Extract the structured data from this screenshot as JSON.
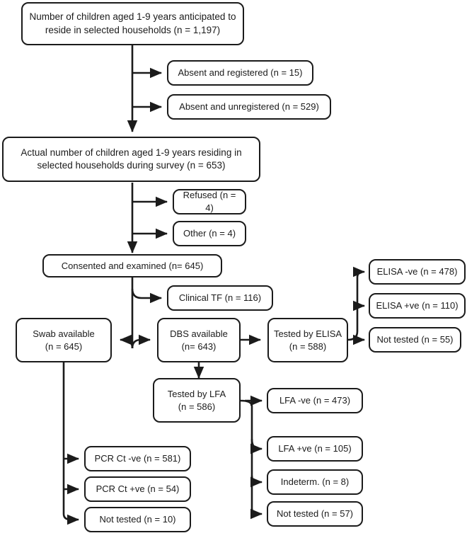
{
  "figure": {
    "type": "flowchart",
    "title": "Trachoma survey participant flow diagram",
    "orientation": "top-to-bottom",
    "background_color": "#ffffff",
    "line_color": "#1b1b1b",
    "box_border_color": "#1b1b1b",
    "box_fill_color": "#ffffff",
    "text_color": "#1b1b1b"
  },
  "nodes": {
    "anticipated": {
      "label": "Number of children aged 1-9 years anticipated to\nreside in selected households (n = 1,197)",
      "n": 1197
    },
    "absent_registered": {
      "label": "Absent and registered (n = 15)",
      "n": 15
    },
    "absent_unregistered": {
      "label": "Absent and unregistered (n = 529)",
      "n": 529
    },
    "actual_residing": {
      "label": "Actual number of children aged 1-9 years residing in\nselected households during survey (n = 653)",
      "n": 653
    },
    "refused": {
      "label": "Refused (n = 4)",
      "n": 4
    },
    "other": {
      "label": "Other (n = 4)",
      "n": 4
    },
    "consented": {
      "label": "Consented and examined (n= 645)",
      "n": 645
    },
    "clinical_tf": {
      "label": "Clinical TF (n = 116)",
      "n": 116
    },
    "swab_available": {
      "label": "Swab available\n(n = 645)",
      "n": 645
    },
    "dbs_available": {
      "label": "DBS available\n(n= 643)",
      "n": 643
    },
    "tested_elisa": {
      "label": "Tested by ELISA\n(n = 588)",
      "n": 588
    },
    "elisa_neg": {
      "label": "ELISA -ve (n = 478)",
      "n": 478
    },
    "elisa_pos": {
      "label": "ELISA +ve (n = 110)",
      "n": 110
    },
    "elisa_not_tested": {
      "label": "Not tested (n = 55)",
      "n": 55
    },
    "tested_lfa": {
      "label": "Tested by LFA\n(n = 586)",
      "n": 586
    },
    "lfa_neg": {
      "label": "LFA -ve (n = 473)",
      "n": 473
    },
    "lfa_pos": {
      "label": "LFA +ve (n = 105)",
      "n": 105
    },
    "lfa_indeterminate": {
      "label": "Indeterm. (n = 8)",
      "n": 8
    },
    "lfa_not_tested": {
      "label": "Not tested (n = 57)",
      "n": 57
    },
    "pcr_neg": {
      "label": "PCR Ct -ve (n = 581)",
      "n": 581
    },
    "pcr_pos": {
      "label": "PCR Ct +ve (n = 54)",
      "n": 54
    },
    "pcr_not_tested": {
      "label": "Not tested (n = 10)",
      "n": 10
    }
  },
  "edges": [
    {
      "from": "anticipated",
      "to": "absent_registered",
      "style": "arrow"
    },
    {
      "from": "anticipated",
      "to": "absent_unregistered",
      "style": "arrow"
    },
    {
      "from": "anticipated",
      "to": "actual_residing",
      "style": "arrow"
    },
    {
      "from": "actual_residing",
      "to": "refused",
      "style": "arrow"
    },
    {
      "from": "actual_residing",
      "to": "other",
      "style": "arrow"
    },
    {
      "from": "actual_residing",
      "to": "consented",
      "style": "arrow"
    },
    {
      "from": "consented",
      "to": "clinical_tf",
      "style": "arrow"
    },
    {
      "from": "consented",
      "to": "swab_available",
      "style": "arrow"
    },
    {
      "from": "consented",
      "to": "dbs_available",
      "style": "arrow"
    },
    {
      "from": "dbs_available",
      "to": "tested_elisa",
      "style": "arrow"
    },
    {
      "from": "dbs_available",
      "to": "tested_lfa",
      "style": "arrow"
    },
    {
      "from": "tested_elisa",
      "to": "elisa_neg",
      "style": "arrow"
    },
    {
      "from": "tested_elisa",
      "to": "elisa_pos",
      "style": "arrow"
    },
    {
      "from": "tested_elisa",
      "to": "elisa_not_tested",
      "style": "arrow"
    },
    {
      "from": "tested_lfa",
      "to": "lfa_neg",
      "style": "arrow"
    },
    {
      "from": "tested_lfa",
      "to": "lfa_pos",
      "style": "arrow"
    },
    {
      "from": "tested_lfa",
      "to": "lfa_indeterminate",
      "style": "arrow"
    },
    {
      "from": "tested_lfa",
      "to": "lfa_not_tested",
      "style": "arrow"
    },
    {
      "from": "swab_available",
      "to": "pcr_neg",
      "style": "arrow"
    },
    {
      "from": "swab_available",
      "to": "pcr_pos",
      "style": "arrow"
    },
    {
      "from": "swab_available",
      "to": "pcr_not_tested",
      "style": "arrow"
    }
  ]
}
